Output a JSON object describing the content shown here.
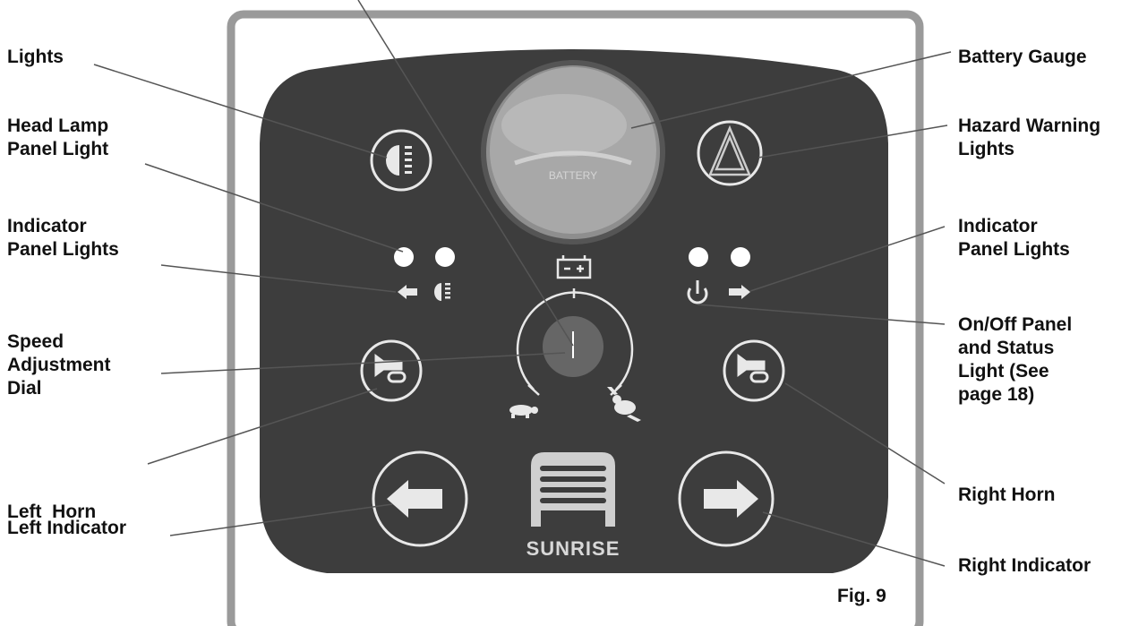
{
  "left_callouts": [
    {
      "id": "lights",
      "lines": [
        "Lights"
      ]
    },
    {
      "id": "head-lamp-panel-light",
      "lines": [
        "Head Lamp",
        "Panel Light"
      ]
    },
    {
      "id": "indicator-panel-lights-left",
      "lines": [
        "Indicator",
        "Panel Lights"
      ]
    },
    {
      "id": "speed-adjustment-dial",
      "lines": [
        "Speed",
        "Adjustment",
        "Dial"
      ]
    },
    {
      "id": "left-horn",
      "lines": [
        "Left  Horn"
      ]
    },
    {
      "id": "left-indicator",
      "lines": [
        "Left Indicator"
      ]
    }
  ],
  "right_callouts": [
    {
      "id": "battery-gauge",
      "lines": [
        "Battery Gauge"
      ]
    },
    {
      "id": "hazard-warning-lights",
      "lines": [
        "Hazard Warning",
        "Lights"
      ]
    },
    {
      "id": "indicator-panel-lights-right",
      "lines": [
        "Indicator",
        "Panel Lights"
      ]
    },
    {
      "id": "on-off-panel",
      "lines": [
        "On/Off Panel",
        "and Status",
        "Light (See",
        "page 18)"
      ]
    },
    {
      "id": "right-horn",
      "lines": [
        "Right Horn"
      ]
    },
    {
      "id": "right-indicator",
      "lines": [
        "Right Indicator"
      ]
    }
  ],
  "panel": {
    "brand_name": "SUNRISE",
    "battery_gauge_text": "BATTERY",
    "figure_label": "Fig. 9"
  },
  "colors": {
    "panel_body": "#3d3d3d",
    "frame": "#9a9a9a",
    "icon": "#e8e8e8",
    "dial_knob": "#666666",
    "leader_line": "#555555"
  },
  "icons": [
    "headlamp-icon",
    "hazard-triangle-icon",
    "horn-icon",
    "left-arrow-icon",
    "right-arrow-icon",
    "battery-icon",
    "power-icon",
    "turtle-icon",
    "rabbit-icon",
    "sunrise-logo-icon"
  ]
}
